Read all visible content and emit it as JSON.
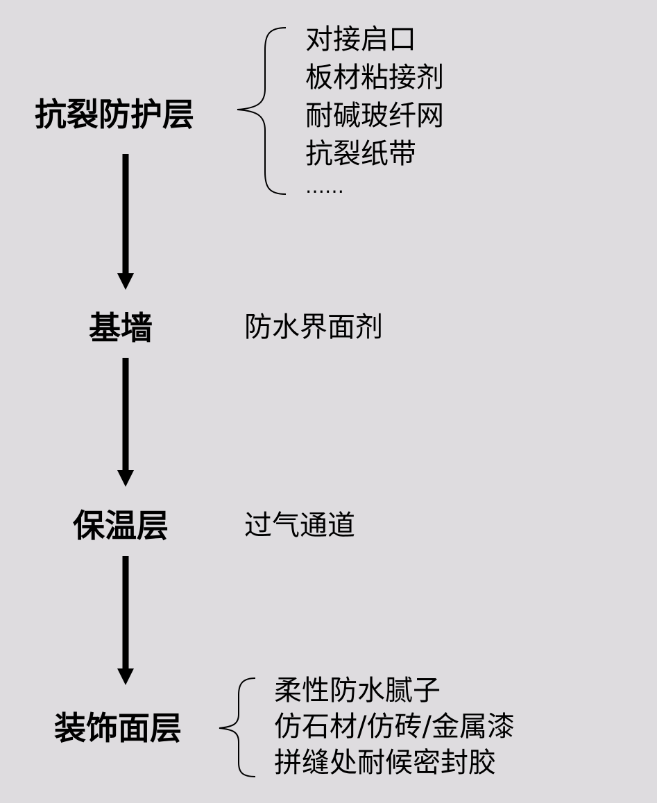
{
  "layers": [
    {
      "title": "抗裂防护层",
      "items": [
        "对接启口",
        "板材粘接剂",
        "耐碱玻纤网",
        "抗裂纸带",
        "……"
      ]
    },
    {
      "title": "基墙",
      "items": [
        "防水界面剂"
      ]
    },
    {
      "title": "保温层",
      "items": [
        "过气通道"
      ]
    },
    {
      "title": "装饰面层",
      "items": [
        "柔性防水腻子",
        "仿石材/仿砖/金属漆",
        "拼缝处耐候密封胶"
      ]
    }
  ]
}
